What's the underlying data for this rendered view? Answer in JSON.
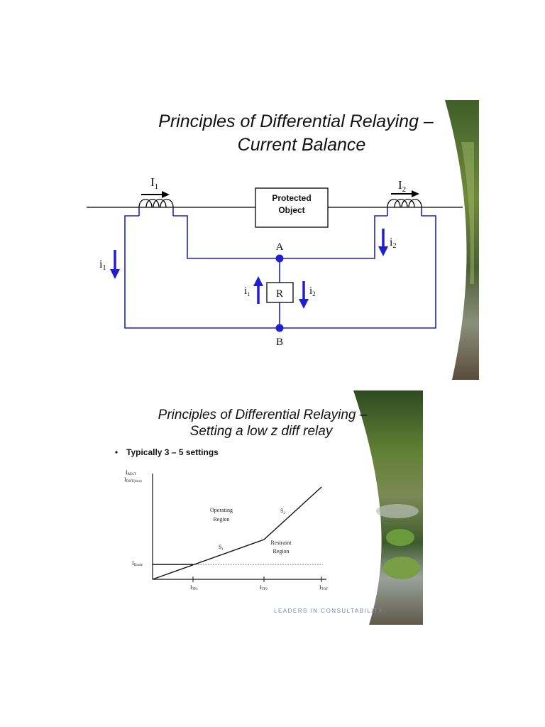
{
  "slide1": {
    "title_line1": "Principles of Differential Relaying –",
    "title_line2": "Current Balance",
    "protected_object_line1": "Protected",
    "protected_object_line2": "Object",
    "primary_current_1": "I",
    "primary_current_1_sub": "1",
    "primary_current_2": "I",
    "primary_current_2_sub": "2",
    "secondary_current_1": "i",
    "secondary_current_1_sub": "1",
    "secondary_current_2": "i",
    "secondary_current_2_sub": "2",
    "node_a": "A",
    "node_b": "B",
    "relay": "R",
    "colors": {
      "circuit": "#1f1fd0",
      "line": "#000000"
    }
  },
  "slide2": {
    "title_line1": "Principles of Differential Relaying –",
    "title_line2": "Setting a low z diff relay",
    "bullet": "Typically 3 – 5 settings",
    "y_label_1": "I",
    "y_label_1_sub": "REST",
    "y_label_2": "I",
    "y_label_2_sub": "DIFF(min)",
    "operating_region_1": "Operating",
    "operating_region_2": "Region",
    "restraint_region_1": "Restraint",
    "restraint_region_2": "Region",
    "slope_1": "S",
    "slope_1_sub": "1",
    "slope_2": "S",
    "slope_2_sub": "2",
    "i_diode": "I",
    "i_diode_sub": "Diode",
    "x_tick_1": "I",
    "x_tick_1_sub": "TP1",
    "x_tick_2": "I",
    "x_tick_2_sub": "TP2",
    "x_tick_3": "I",
    "x_tick_3_sub": "TOT",
    "footer": "LEADERS IN CONSULTABILITY"
  }
}
